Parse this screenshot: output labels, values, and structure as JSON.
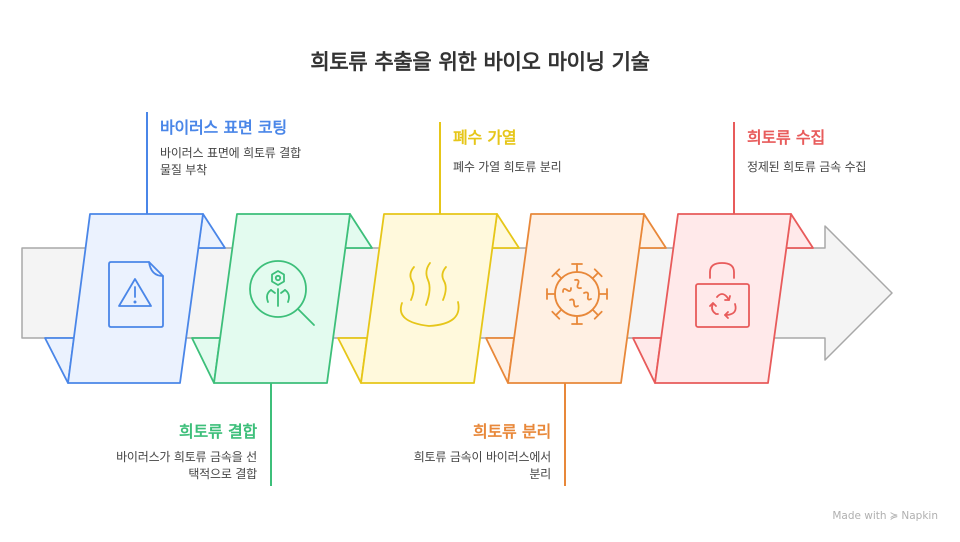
{
  "title": "희토류 추출을 위한 바이오 마이닝 기술",
  "colors": {
    "blue": "#4a86e8",
    "green": "#3dbf7a",
    "yellow": "#e6c619",
    "orange": "#e8883a",
    "red": "#e85b5b",
    "arrow_fill": "#f4f4f4",
    "arrow_stroke": "#a8a8a8"
  },
  "steps": [
    {
      "label": "바이러스 표면 코팅",
      "description_lines": [
        "바이러스 표면에 희토류 결합",
        "물질 부착"
      ],
      "icon": "document-warning-icon",
      "position": "top",
      "color": "#4a86e8"
    },
    {
      "label": "희토류 결합",
      "description_lines": [
        "바이러스가 희토류 금속을 선",
        "택적으로 결합"
      ],
      "icon": "molecule-search-icon",
      "position": "bottom",
      "color": "#3dbf7a"
    },
    {
      "label": "폐수 가열",
      "description_lines": [
        "폐수 가열 희토류 분리"
      ],
      "icon": "hot-water-steam-icon",
      "position": "top",
      "color": "#e6c619"
    },
    {
      "label": "희토류 분리",
      "description_lines": [
        "희토류 금속이 바이러스에서",
        "분리"
      ],
      "icon": "virus-icon",
      "position": "bottom",
      "color": "#e8883a"
    },
    {
      "label": "희토류 수집",
      "description_lines": [
        "정제된 희토류 금속 수집"
      ],
      "icon": "recycle-bag-icon",
      "position": "top",
      "color": "#e85b5b"
    }
  ],
  "watermark": {
    "prefix": "Made with",
    "brand": "Napkin"
  }
}
